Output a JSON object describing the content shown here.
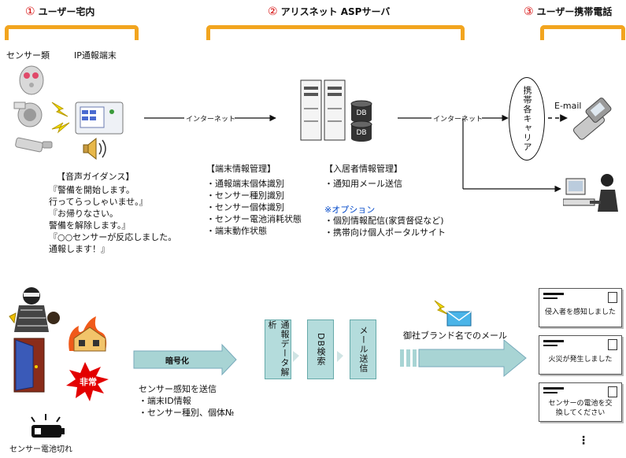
{
  "headers": {
    "user_home": {
      "num": "①",
      "label": "ユーザー宅内"
    },
    "asp_server": {
      "num": "②",
      "label": "アリスネット ASPサーバ"
    },
    "user_phone": {
      "num": "③",
      "label": "ユーザー携帯電話"
    }
  },
  "home": {
    "sensors_label": "センサー類",
    "terminal_label": "IP通報端末",
    "voice_guide_title": "【音声ガイダンス】",
    "voice_lines": [
      "『警備を開始します。",
      "行ってらっしゃいませ。』",
      "『お帰りなさい。",
      "警備を解除します。』",
      "『○○センサーが反応しました。",
      "通報します！』"
    ]
  },
  "network": {
    "internet_left": "インターネット",
    "internet_right": "インターネット",
    "email_label": "E-mail",
    "carrier_label": "携帯各キャリア",
    "db_label": "DB"
  },
  "server": {
    "terminal_mgmt_title": "【端末情報管理】",
    "terminal_mgmt_items": [
      "・通報端末個体識別",
      "・センサー種別識別",
      "・センサー個体識別",
      "・センサー電池消耗状態",
      "・端末動作状態"
    ],
    "resident_mgmt_title": "【入居者情報管理】",
    "resident_mgmt_items": [
      "・通知用メール送信"
    ],
    "option_title": "※オプション",
    "option_items": [
      "・個別情報配信(家賃督促など)",
      "・携帯向け個人ポータルサイト"
    ]
  },
  "flow": {
    "events": {
      "emergency": "非常",
      "battery_low": "センサー電池切れ"
    },
    "encrypt_label": "暗号化",
    "send_title": "センサー感知を送信",
    "send_items": [
      "・端末ID情報",
      "・センサー種別、個体№"
    ],
    "steps": [
      "通報データ解析",
      "DB検索",
      "メール送信"
    ],
    "brand_mail_label": "御社ブランド名でのメール",
    "phone_messages": [
      "侵入者を感知しました",
      "火災が発生しました",
      "センサーの電池を交換してください"
    ],
    "more_indicator": "⋮"
  },
  "colors": {
    "brace": "#f2a51f",
    "header_num": "#d40000",
    "option_text": "#0047c8",
    "step_box": "#b4dcdc",
    "arrow_fill": "#a8d4d4",
    "emergency_burst": "#e30000"
  }
}
